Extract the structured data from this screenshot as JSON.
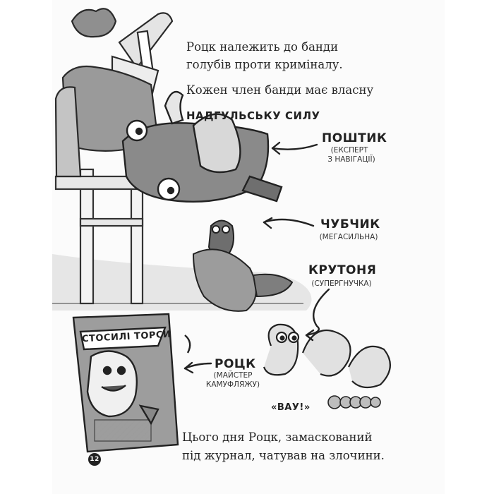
{
  "intro": {
    "line1": "Роцк належить до банди",
    "line2": "голубів проти криміналу.",
    "line3": "Кожен член банди має власну",
    "power": "НАДГУЛЬСЬКУ СИЛУ"
  },
  "labels": {
    "poshtyk": {
      "name": "ПОШТИК",
      "desc1": "(ЕКСПЕРТ",
      "desc2": "З НАВІГАЦІЇ)"
    },
    "chubchyk": {
      "name": "ЧУБЧИК",
      "desc1": "(МЕГАСИЛЬНА)"
    },
    "krutonia": {
      "name": "КРУТОНЯ",
      "desc1": "(СУПЕРГНУЧКА)"
    },
    "rotsk": {
      "name": "РОЦК",
      "desc1": "(МАЙСТЕР",
      "desc2": "КАМУФЛЯЖУ)"
    }
  },
  "magazine_title": "СТОСИЛІ ТОРСИ",
  "exclaim": "«ВАУ!»",
  "caption": {
    "line1": "Цього дня Роцк, замаскований",
    "line2": "під журнал, чатував на злочини."
  },
  "page_number": "12"
}
